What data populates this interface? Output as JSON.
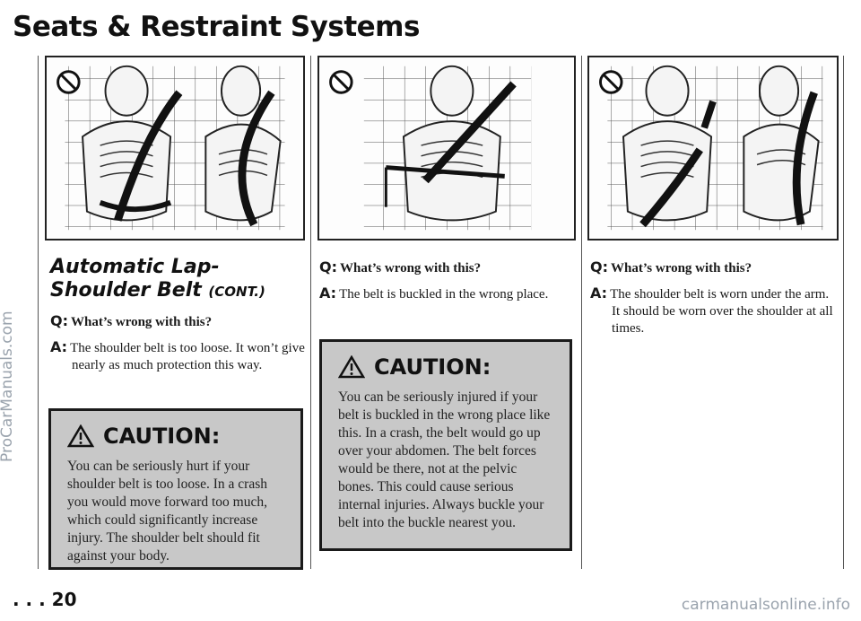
{
  "page": {
    "title": "Seats & Restraint Systems",
    "page_number": ". . . 20",
    "watermark_left": "ProCarManuals.com",
    "watermark_bottom": "carmanualsonline.info"
  },
  "section": {
    "heading": "Automatic Lap-Shoulder Belt",
    "heading_suffix": "(CONT.)"
  },
  "columns": [
    {
      "illustration_icon": "no-symbol-icon",
      "question_label": "Q:",
      "question": "What’s wrong with this?",
      "answer_label": "A:",
      "answer": "The shoulder belt is too loose. It won’t give nearly as much protection this way.",
      "caution_title": "CAUTION:",
      "caution_text": "You can be seriously hurt if your shoulder belt is too loose. In a crash you would move forward too much, which could significantly increase injury. The shoulder belt should fit against your body."
    },
    {
      "illustration_icon": "no-symbol-icon",
      "question_label": "Q:",
      "question": "What’s wrong with this?",
      "answer_label": "A:",
      "answer": "The belt is buckled in the wrong place.",
      "caution_title": "CAUTION:",
      "caution_text": "You can be seriously injured if your belt is buckled in the wrong place like this. In a crash, the belt would go up over your abdomen. The belt forces would be there, not at the pelvic bones. This could cause serious internal injuries. Always buckle your belt into the buckle nearest you."
    },
    {
      "illustration_icon": "no-symbol-icon",
      "question_label": "Q:",
      "question": "What’s wrong with this?",
      "answer_label": "A:",
      "answer": "The shoulder belt is worn under the arm. It should be worn over the shoulder at all times."
    }
  ],
  "colors": {
    "text": "#1a1a1a",
    "caution_bg": "#c8c8c8",
    "watermark": "#9aa3ad"
  }
}
